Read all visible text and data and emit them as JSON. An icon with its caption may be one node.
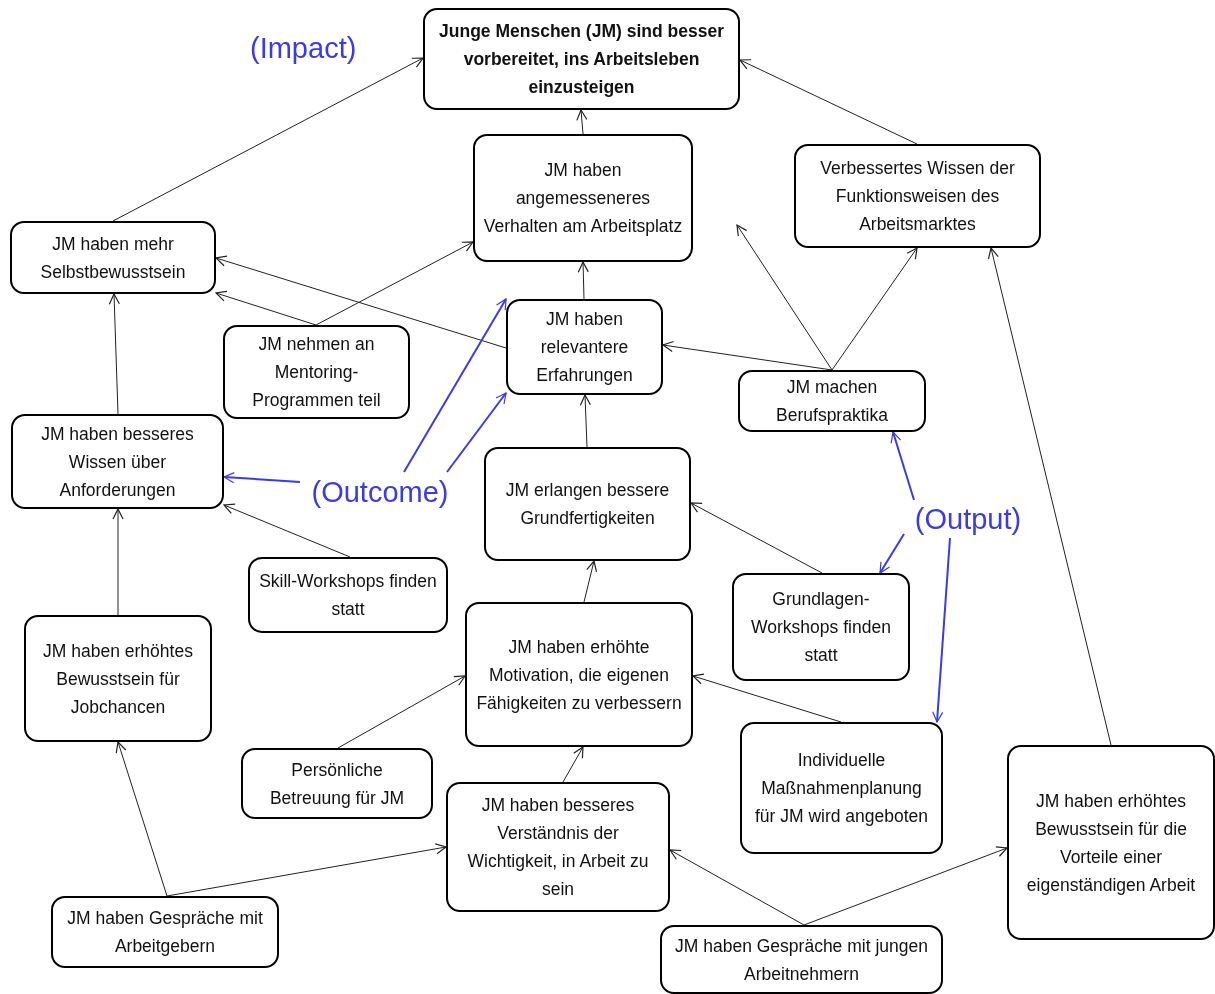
{
  "diagram": {
    "nodes": [
      {
        "text": [
          "Junge Menschen (JM) sind besser vorbereitet, ins Arbeitsleben einzusteigen"
        ]
      },
      {
        "text": [
          "JM haben angemesseneres Verhalten am Arbeitsplatz"
        ]
      },
      {
        "text": [
          "Verbessertes Wissen der Funktionsweisen des Arbeitsmarktes"
        ]
      },
      {
        "text": [
          "JM haben mehr Selbstbewusstsein"
        ]
      },
      {
        "text": [
          "JM nehmen an Mentoring-Programmen teil"
        ]
      },
      {
        "text": [
          "JM haben relevantere Erfahrungen"
        ]
      },
      {
        "text": [
          "JM machen Berufspraktika"
        ]
      },
      {
        "text": [
          "JM haben besseres Wissen über Anforderungen"
        ]
      },
      {
        "text": [
          "JM erlangen bessere Grundfertigkeiten"
        ]
      },
      {
        "text": [
          "Skill-Workshops finden statt"
        ]
      },
      {
        "text": [
          "Grundlagen-Workshops finden statt"
        ]
      },
      {
        "text": [
          "JM haben erhöhtes Bewusstsein für Jobchancen"
        ]
      },
      {
        "text": [
          "JM haben erhöhte Motivation, die eigenen Fähigkeiten zu verbessern"
        ]
      },
      {
        "text": [
          "Persönliche Betreuung für JM"
        ]
      },
      {
        "text": [
          "Individuelle Maßnahmenplanung für JM wird angeboten"
        ]
      },
      {
        "text": [
          "JM haben besseres Verständnis der Wichtigkeit, in Arbeit zu sein"
        ]
      },
      {
        "text": [
          "JM haben erhöhtes Bewusstsein für die Vorteile einer eigenständigen Arbeit"
        ]
      },
      {
        "text": [
          "JM haben Gespräche mit Arbeitgebern"
        ]
      },
      {
        "text": [
          "JM haben Gespräche mit jungen Arbeitnehmern"
        ]
      },
      {
        "text": [
          "(Outcome)"
        ]
      },
      {
        "text": [
          "(Output)"
        ]
      }
    ],
    "edges": [
      {
        "from": 3,
        "to": 0,
        "arrow": "to"
      },
      {
        "from": 1,
        "to": 0,
        "arrow": "to"
      },
      {
        "from": 2,
        "to": 0,
        "arrow": "to"
      },
      {
        "from": 5,
        "to": 1,
        "arrow": "to"
      },
      {
        "from": 5,
        "to": 3,
        "arrow": "to"
      },
      {
        "from": 4,
        "to": 1,
        "arrow": "to"
      },
      {
        "from": 4,
        "to": 3,
        "arrow": "to"
      },
      {
        "from": 6,
        "to": 5,
        "arrow": "to"
      },
      {
        "from": 6,
        "to": null,
        "arrow": "to"
      },
      {
        "from": 6,
        "to": 2,
        "arrow": "to"
      },
      {
        "from": 7,
        "to": 3,
        "arrow": "to"
      },
      {
        "from": 8,
        "to": 5,
        "arrow": "to"
      },
      {
        "from": 9,
        "to": 7,
        "arrow": "to"
      },
      {
        "from": 10,
        "to": 8,
        "arrow": "to"
      },
      {
        "from": 11,
        "to": 7,
        "arrow": "to"
      },
      {
        "from": 12,
        "to": 8,
        "arrow": "to"
      },
      {
        "from": 13,
        "to": 12,
        "arrow": "to"
      },
      {
        "from": 14,
        "to": 12,
        "arrow": "to"
      },
      {
        "from": 15,
        "to": 12,
        "arrow": "to"
      },
      {
        "from": 17,
        "to": 11,
        "arrow": "to"
      },
      {
        "from": 17,
        "to": 15,
        "arrow": "to"
      },
      {
        "from": 18,
        "to": 15,
        "arrow": "to"
      },
      {
        "from": 18,
        "to": 16,
        "arrow": "to"
      },
      {
        "from": 16,
        "to": 2,
        "arrow": "to"
      },
      {
        "from": 19,
        "to": 7,
        "arrow": "to",
        "color": "#3b3be0"
      },
      {
        "from": 19,
        "to": 5,
        "arrow": "to",
        "color": "#3b3be0"
      },
      {
        "from": 19,
        "to": 5,
        "arrow": "to",
        "color": "#3b3be0"
      },
      {
        "from": 20,
        "to": 6,
        "arrow": "to",
        "color": "#3b3be0"
      },
      {
        "from": 20,
        "to": 10,
        "arrow": "to",
        "color": "#3b3be0"
      },
      {
        "from": 20,
        "to": 14,
        "arrow": "to",
        "color": "#3b3be0"
      }
    ],
    "labels": [
      "(Impact)"
    ]
  }
}
